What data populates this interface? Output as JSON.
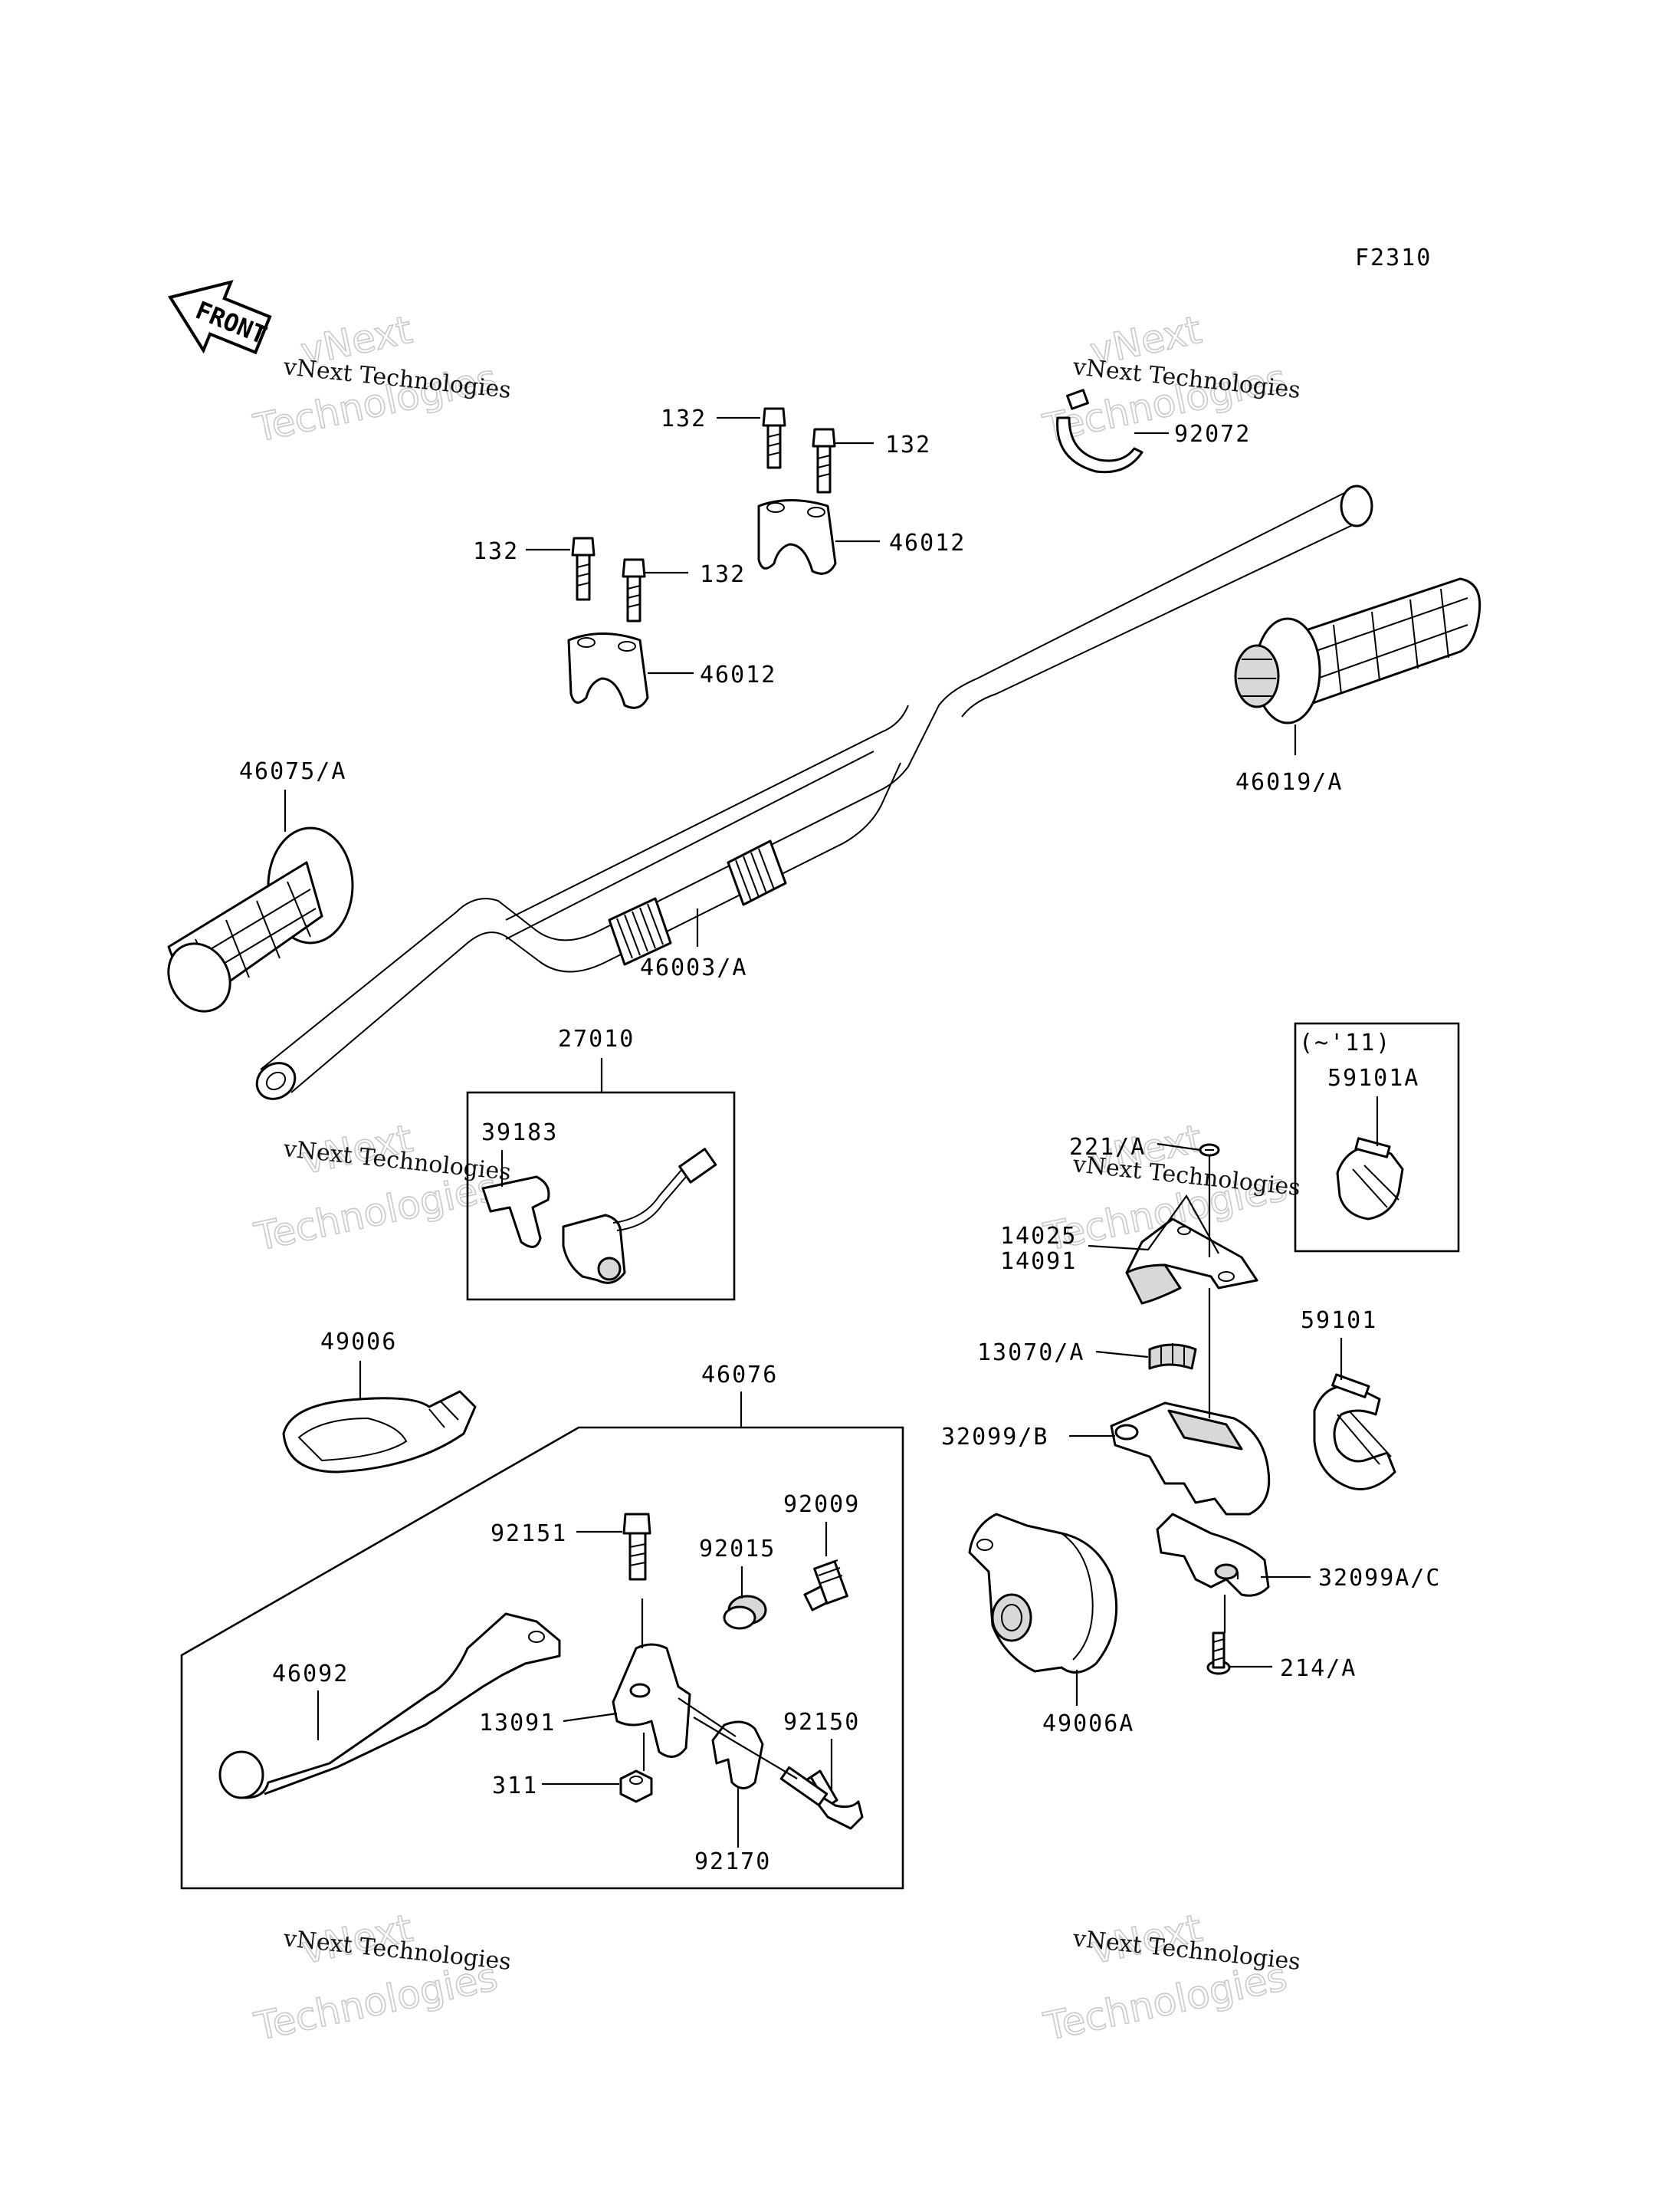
{
  "figure_code": "F2310",
  "front_arrow_label": "FRONT",
  "watermark": {
    "company": "vNext Technologies",
    "big_line1": "vNext",
    "big_line2": "Technologies"
  },
  "group_note": "(~'11)",
  "labels": {
    "l132a": "132",
    "l132b": "132",
    "l132c": "132",
    "l132d": "132",
    "l46012a": "46012",
    "l46012b": "46012",
    "l92072": "92072",
    "l46019": "46019/A",
    "l46075": "46075/A",
    "l46003": "46003/A",
    "l27010": "27010",
    "l39183": "39183",
    "l221": "221/A",
    "l14025": "14025",
    "l14091": "14091",
    "l59101a": "59101A",
    "l59101": "59101",
    "l13070": "13070/A",
    "l32099b": "32099/B",
    "l32099ac": "32099A/C",
    "l214": "214/A",
    "l49006a": "49006A",
    "l49006": "49006",
    "l46076": "46076",
    "l92009": "92009",
    "l92015": "92015",
    "l92151": "92151",
    "l46092": "46092",
    "l13091": "13091",
    "l92150": "92150",
    "l311": "311",
    "l92170": "92170"
  }
}
